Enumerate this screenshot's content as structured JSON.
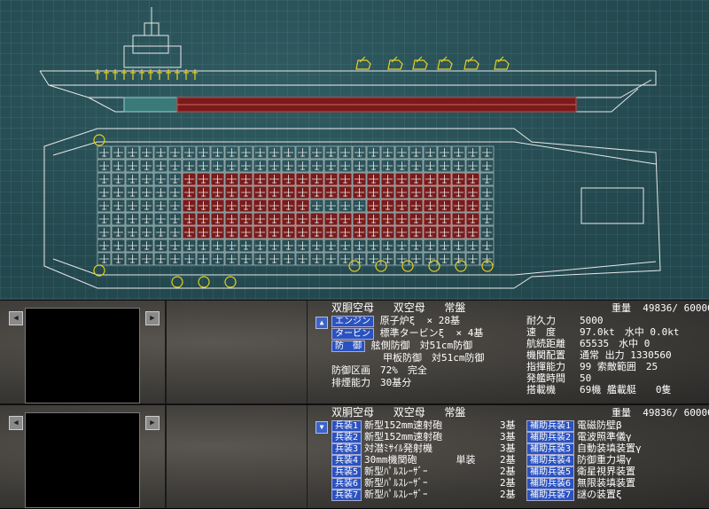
{
  "ship": {
    "type_label": "双胴空母",
    "class_label": "双空母",
    "name": "常盤",
    "weight_label": "重量",
    "weight_value": "49836/ 60000"
  },
  "top_panel": {
    "engine_tag": "エンジン",
    "engine_value": "原子炉ξ",
    "engine_count": "× 28基",
    "turbine_tag": "タービン",
    "turbine_value": "標準タービンξ",
    "turbine_count": "× 4基",
    "defense_tag": "防　御",
    "side_armor": "舷側防御　対51cm防御",
    "deck_armor": "甲板防御　対51cm防御",
    "defense_zone": "防御区画　72%　完全",
    "drainage": "排煙能力　30基分",
    "stats": [
      {
        "label": "耐久力",
        "value": "5000"
      },
      {
        "label": "速　度",
        "value": "97.0kt　水中 0.0kt"
      },
      {
        "label": "航続距離",
        "value": "65535　水中 0"
      },
      {
        "label": "機関配置",
        "value": "通常 出力 1330560"
      },
      {
        "label": "指揮能力",
        "value": "99 索敵範囲　25"
      },
      {
        "label": "発艦時間",
        "value": "50"
      },
      {
        "label": "搭載機",
        "value": "69機 艦載艇　　0隻"
      }
    ]
  },
  "bottom_panel": {
    "weapons": [
      {
        "tag": "兵装1",
        "name": "新型152mm速射砲",
        "count": "3基"
      },
      {
        "tag": "兵装2",
        "name": "新型152mm速射砲",
        "count": "3基"
      },
      {
        "tag": "兵装3",
        "name": "対潜ﾐｻｲﾙ発射機",
        "count": "3基"
      },
      {
        "tag": "兵装4",
        "name": "30mm機関砲　　　　単装",
        "count": "2基"
      },
      {
        "tag": "兵装5",
        "name": "新型ﾊﾟﾙｽﾚｰｻﾞｰ",
        "count": "2基"
      },
      {
        "tag": "兵装6",
        "name": "新型ﾊﾟﾙｽﾚｰｻﾞｰ",
        "count": "2基"
      },
      {
        "tag": "兵装7",
        "name": "新型ﾊﾟﾙｽﾚｰｻﾞｰ",
        "count": "2基"
      }
    ],
    "aux": [
      {
        "tag": "補助兵装1",
        "name": "電磁防壁β"
      },
      {
        "tag": "補助兵装2",
        "name": "電波照準儀γ"
      },
      {
        "tag": "補助兵装3",
        "name": "自動装填装置γ"
      },
      {
        "tag": "補助兵装4",
        "name": "防御重力場γ"
      },
      {
        "tag": "補助兵装5",
        "name": "衛星視界装置"
      },
      {
        "tag": "補助兵装6",
        "name": "無限装填装置"
      },
      {
        "tag": "補助兵装7",
        "name": "謎の装置ξ"
      }
    ]
  },
  "colors": {
    "blueprint_bg": "#23484e",
    "line_white": "#e8e8e8",
    "highlight_yellow": "#e8d020",
    "hull_red": "#7a1a1a",
    "tag_blue": "#2a52c0"
  }
}
